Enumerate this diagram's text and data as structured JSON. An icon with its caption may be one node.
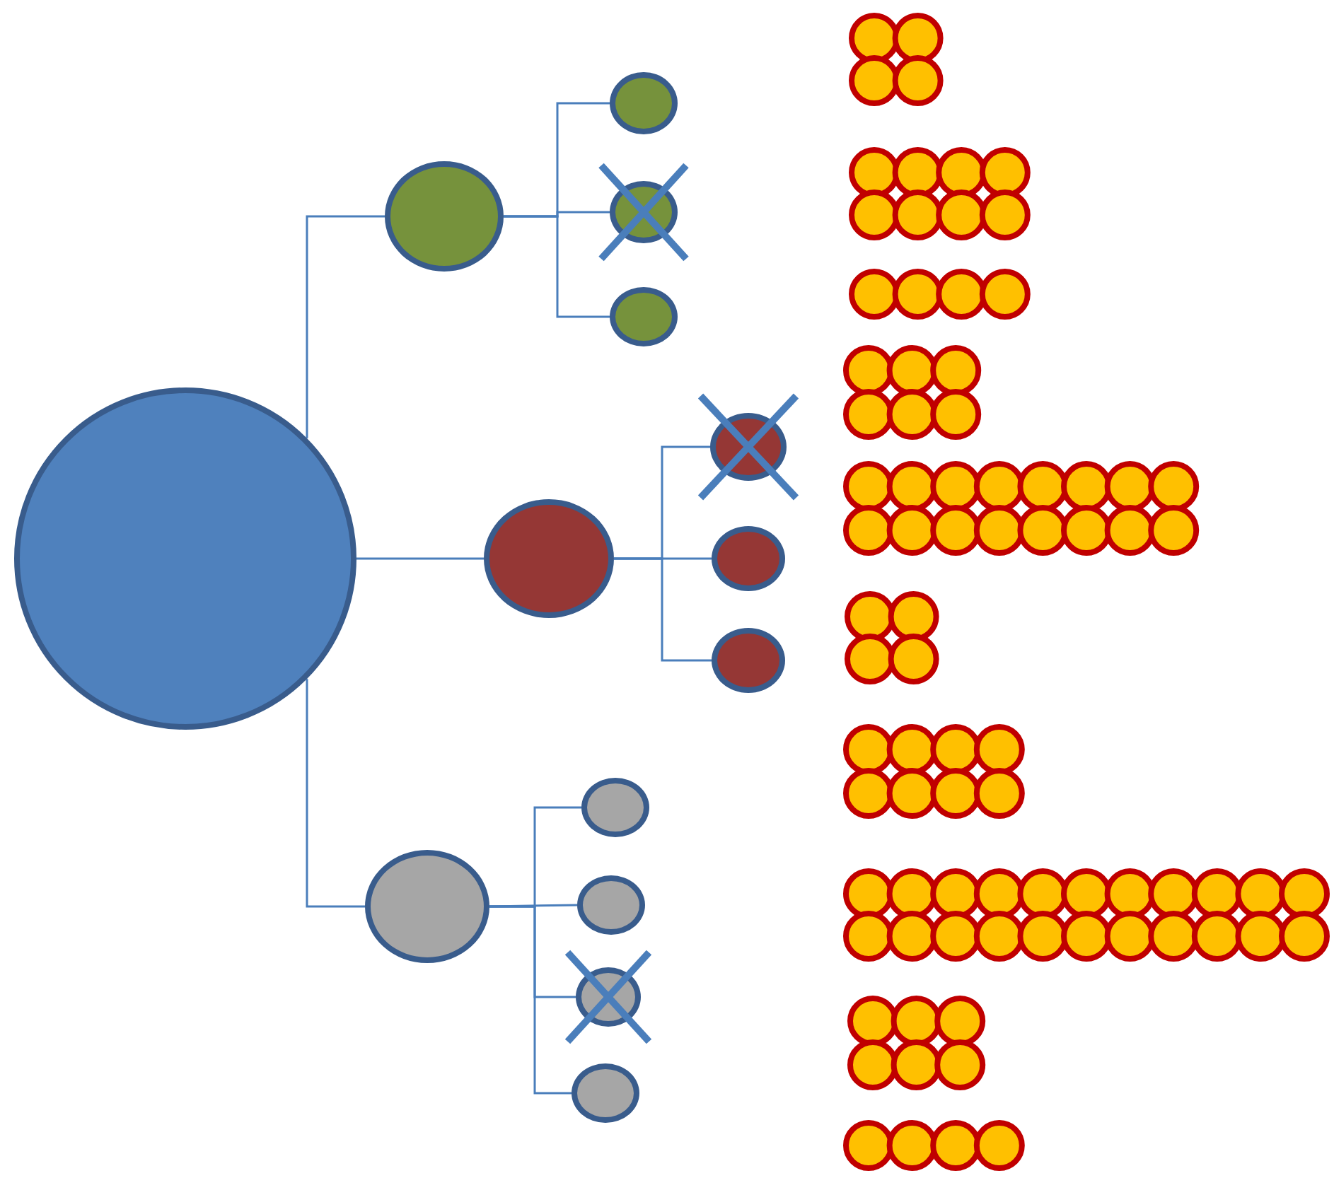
{
  "diagram": {
    "nodes": [
      {
        "text": [],
        "shape": "circle"
      },
      {
        "text": [],
        "shape": "circle"
      },
      {
        "text": [],
        "shape": "circle"
      },
      {
        "text": [],
        "shape": "circle"
      },
      {
        "text": [],
        "shape": "circle"
      },
      {
        "text": [],
        "shape": "circle"
      },
      {
        "text": [],
        "shape": "circle"
      },
      {
        "text": [],
        "shape": "circle"
      },
      {
        "text": [],
        "shape": "circle"
      },
      {
        "text": [],
        "shape": "circle"
      },
      {
        "text": [],
        "shape": "circle"
      },
      {
        "text": [],
        "shape": "circle"
      },
      {
        "text": [],
        "shape": "circle"
      },
      {
        "text": [],
        "shape": "circle"
      }
    ],
    "edges": [
      {
        "from": 0,
        "to": 1,
        "arrow": "none"
      },
      {
        "from": 0,
        "to": 2,
        "arrow": "none"
      },
      {
        "from": 0,
        "to": 3,
        "arrow": "none"
      },
      {
        "from": 1,
        "to": 4,
        "arrow": "none"
      },
      {
        "from": 1,
        "to": 5,
        "arrow": "none"
      },
      {
        "from": 1,
        "to": 6,
        "arrow": "none"
      },
      {
        "from": 2,
        "to": 7,
        "arrow": "none"
      },
      {
        "from": 2,
        "to": 8,
        "arrow": "none"
      },
      {
        "from": 2,
        "to": 9,
        "arrow": "none"
      },
      {
        "from": 3,
        "to": 10,
        "arrow": "none"
      },
      {
        "from": 3,
        "to": 11,
        "arrow": "none"
      },
      {
        "from": 3,
        "to": 12,
        "arrow": "none"
      },
      {
        "from": 3,
        "to": 13,
        "arrow": "none"
      }
    ]
  }
}
